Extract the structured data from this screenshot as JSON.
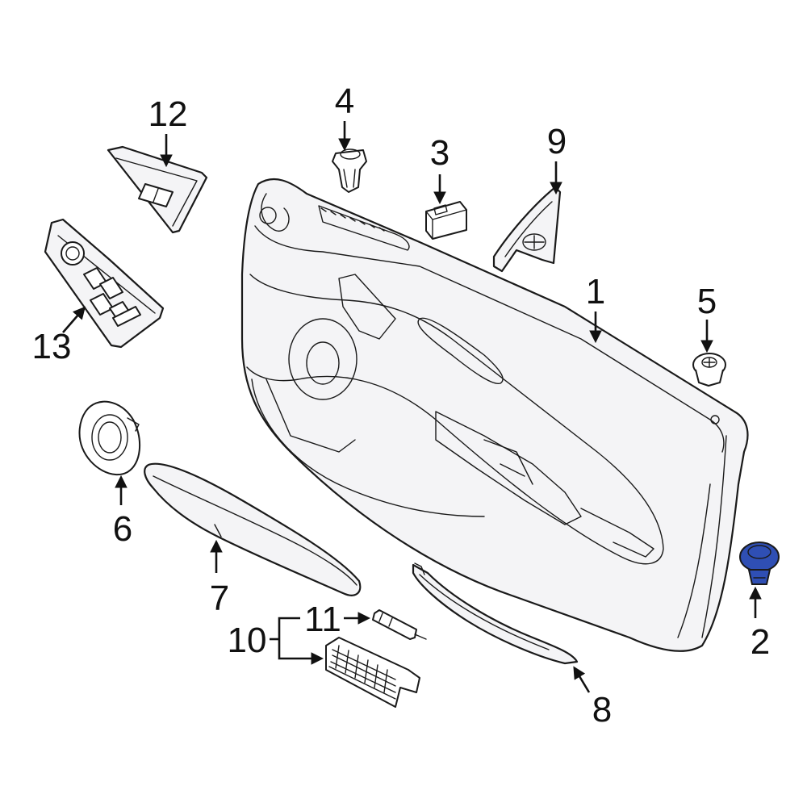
{
  "callouts": {
    "c1": "1",
    "c2": "2",
    "c3": "3",
    "c4": "4",
    "c5": "5",
    "c6": "6",
    "c7": "7",
    "c8": "8",
    "c9": "9",
    "c10": "10",
    "c11": "11",
    "c12": "12",
    "c13": "13"
  },
  "highlight_color": "#2f4fb4"
}
